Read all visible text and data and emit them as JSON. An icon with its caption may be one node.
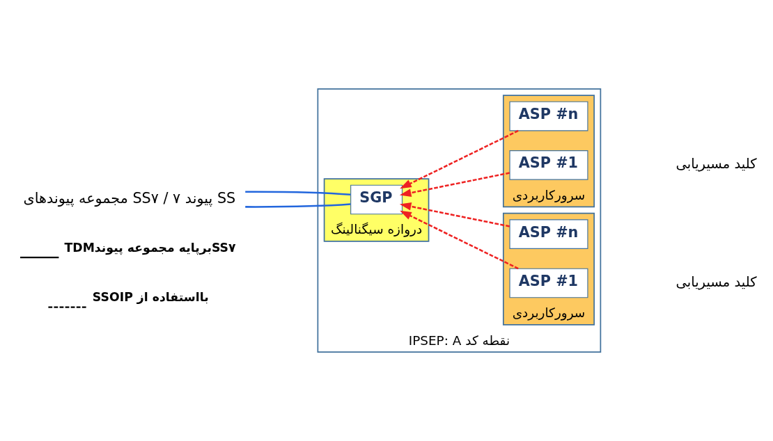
{
  "diagram": {
    "nodes": [
      {
        "text": [
          "IPSEP: A نقطه کد"
        ]
      },
      {
        "text": [
          "دروازه سیگنالینگ"
        ],
        "in": 0
      },
      {
        "text": [
          "SGP"
        ],
        "in": 1
      },
      {
        "text": [
          "سرورکاربردی"
        ],
        "in": 0
      },
      {
        "text": [
          "ASP #n"
        ],
        "in": 3
      },
      {
        "text": [
          "ASP #1"
        ],
        "in": 3
      },
      {
        "text": [
          "سرورکاربردی"
        ],
        "in": 0
      },
      {
        "text": [
          "ASP #n"
        ],
        "in": 6
      },
      {
        "text": [
          "ASP #1"
        ],
        "in": 6
      },
      {
        "text": [
          "مجموعه پیوندهای SS۷ / پیوند ۷ SS"
        ]
      }
    ],
    "edges": [
      {
        "from": 4,
        "to": 2,
        "arrow": "to",
        "style": "dashed"
      },
      {
        "from": 5,
        "to": 2,
        "arrow": "to",
        "style": "dashed"
      },
      {
        "from": 7,
        "to": 2,
        "arrow": "to",
        "style": "dashed"
      },
      {
        "from": 8,
        "to": 2,
        "arrow": "to",
        "style": "dashed"
      },
      {
        "from": 2,
        "to": 9,
        "arrow": "none",
        "color": "#2266dd"
      },
      {
        "from": 2,
        "to": 9,
        "arrow": "none",
        "color": "#2266dd"
      }
    ],
    "labels": [
      "کلید مسیریابی",
      "کلید مسیریابی"
    ],
    "legend": [
      {
        "text": "TDMبرپایه مجموعه پیوندSS۷"
      },
      {
        "text": "SSOIP بااستفاده از"
      }
    ]
  }
}
